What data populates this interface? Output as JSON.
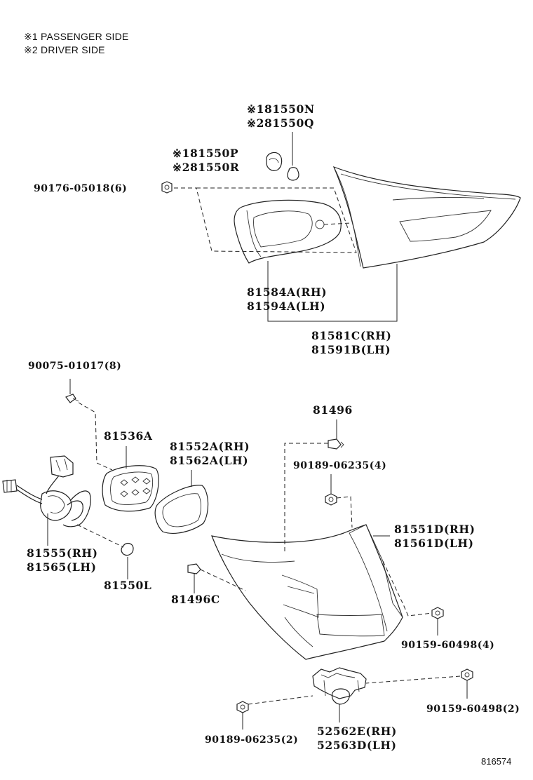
{
  "legend": {
    "note1": "※1 PASSENGER SIDE",
    "note2": "※2 DRIVER SIDE"
  },
  "labels": {
    "bulb_top_1": "※181550N",
    "bulb_top_2": "※281550Q",
    "socket_top_1": "※181550P",
    "socket_top_2": "※281550R",
    "nut_top": "90176-05018(6)",
    "gasket_top_1": "81584A(RH)",
    "gasket_top_2": "81594A(LH)",
    "lamp_top_1": "81581C(RH)",
    "lamp_top_2": "81591B(LH)",
    "screw_left": "90075-01017(8)",
    "plate": "81536A",
    "gasket_lower_1": "81552A(RH)",
    "gasket_lower_2": "81562A(LH)",
    "clip": "81496",
    "nut_mid": "90189-06235(4)",
    "harness_1": "81555(RH)",
    "harness_2": "81565(LH)",
    "bulb_lower": "81550L",
    "lamp_lower_1": "81551D(RH)",
    "lamp_lower_2": "81561D(LH)",
    "clip_c": "81496C",
    "nut_right_1": "90159-60498(4)",
    "nut_right_2": "90159-60498(2)",
    "nut_bottom": "90189-06235(2)",
    "bracket_1": "52562E(RH)",
    "bracket_2": "52563D(LH)",
    "ref_number": "816574"
  }
}
